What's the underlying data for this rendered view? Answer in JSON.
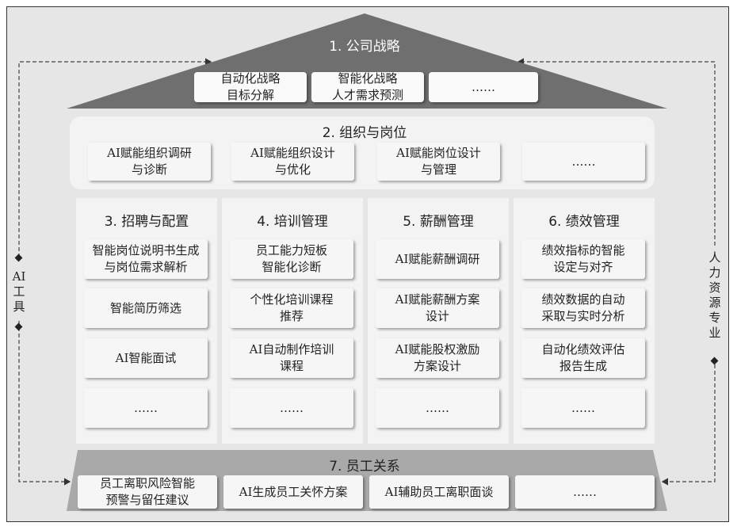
{
  "strategy": {
    "title": "1. 公司战略",
    "items": [
      "自动化战略\n目标分解",
      "智能化战略\n人才需求预测",
      "……"
    ]
  },
  "organization": {
    "title": "2. 组织与岗位",
    "items": [
      "AI赋能组织调研\n与诊断",
      "AI赋能组织设计\n与优化",
      "AI赋能岗位设计\n与管理",
      "……"
    ]
  },
  "columns": [
    {
      "title": "3. 招聘与配置",
      "items": [
        "智能岗位说明书生成\n与岗位需求解析",
        "智能简历筛选",
        "AI智能面试",
        "……"
      ]
    },
    {
      "title": "4. 培训管理",
      "items": [
        "员工能力短板\n智能化诊断",
        "个性化培训课程\n推荐",
        "AI自动制作培训\n课程",
        "……"
      ]
    },
    {
      "title": "5. 薪酬管理",
      "items": [
        "AI赋能薪酬调研",
        "AI赋能薪酬方案\n设计",
        "AI赋能股权激励\n方案设计",
        "……"
      ]
    },
    {
      "title": "6. 绩效管理",
      "items": [
        "绩效指标的智能\n设定与对齐",
        "绩效数据的自动\n采取与实时分析",
        "自动化绩效评估\n报告生成",
        "……"
      ]
    }
  ],
  "relations": {
    "title": "7. 员工关系",
    "items": [
      "员工离职风险智能\n预警与留任建议",
      "AI生成员工关怀方案",
      "AI辅助员工离职面谈",
      "……"
    ]
  },
  "side_left": "AI\n工\n具",
  "side_right": "人\n力\n资\n源\n专\n业",
  "colors": {
    "roof": "#6f6f6f",
    "foundation": "#a9a9a9",
    "panel": "#f3f3f3",
    "background": "#e6e6e6"
  }
}
